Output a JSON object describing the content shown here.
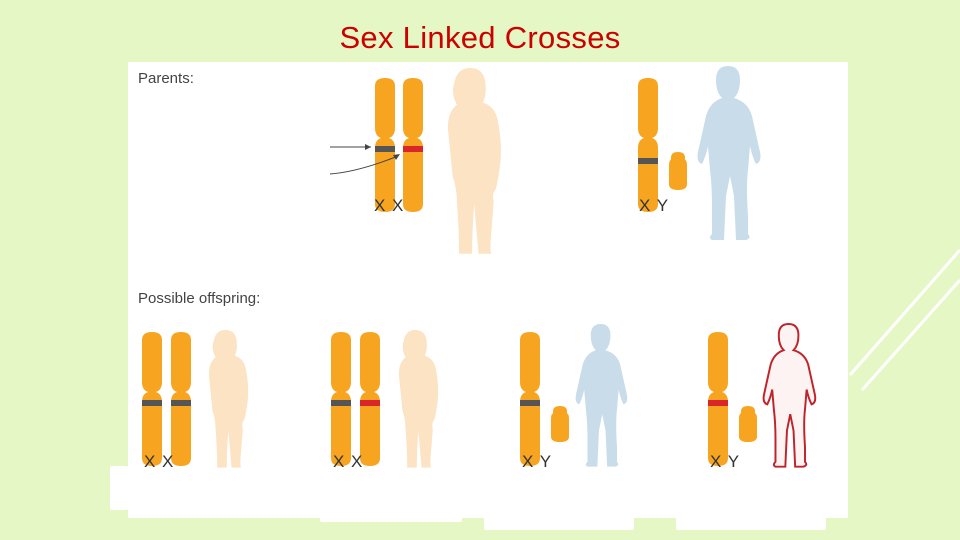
{
  "slide": {
    "title": "Sex Linked Crosses"
  },
  "diagram": {
    "parents_label": "Parents:",
    "offspring_label": "Possible offspring:",
    "parents": [
      {
        "chromosomes": "X X",
        "figure": "female"
      },
      {
        "chromosomes": "X Y",
        "figure": "male"
      }
    ],
    "offspring": [
      {
        "chromosomes": "X X",
        "figure": "female"
      },
      {
        "chromosomes": "X X",
        "figure": "female"
      },
      {
        "chromosomes": "X Y",
        "figure": "male"
      },
      {
        "chromosomes": "X Y",
        "figure": "male-affected"
      }
    ]
  },
  "colors": {
    "background": "#e4f7c4",
    "title": "#cc0000",
    "chromosome": "#f7a520",
    "normal_band": "#555555",
    "mutant_band": "#d8262b",
    "female_figure": "#fbe3c4",
    "male_figure": "#c9dcea",
    "affected_outline": "#c0242b"
  }
}
